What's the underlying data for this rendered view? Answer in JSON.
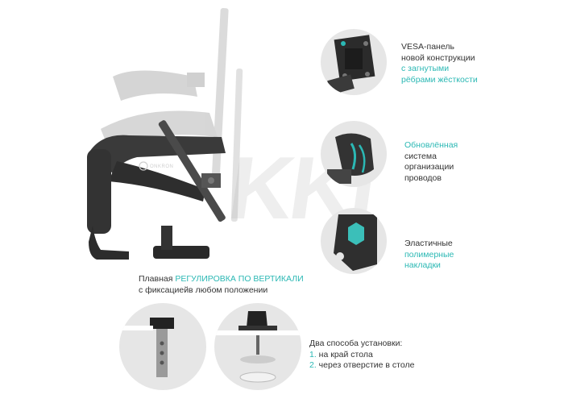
{
  "brand": {
    "logo_text": "ONKRON"
  },
  "watermark": {
    "text": "KKI"
  },
  "features": {
    "vesa": {
      "line1": "VESA-панель",
      "line2": "новой конструкции",
      "line3_accent": "с загнутыми",
      "line4_accent": "рёбрами жёсткости",
      "icon": "vesa-plate-icon"
    },
    "cables": {
      "line1_accent": "Обновлённая",
      "line2": "система",
      "line3": "организации",
      "line4": "проводов",
      "icon": "cable-management-icon"
    },
    "pads": {
      "line1": "Эластичные",
      "line2_accent": "полимерные",
      "line3_accent": "накладки",
      "icon": "polymer-pad-icon"
    },
    "height": {
      "prefix": "Плавная ",
      "accent": "РЕГУЛИРОВКА ПО ВЕРТИКАЛИ",
      "line2": "с фиксациейв любом положении"
    },
    "install": {
      "title": "Два способа установки:",
      "items": [
        {
          "num": "1.",
          "text": " на край стола"
        },
        {
          "num": "2.",
          "text": " через отверстие в столе"
        }
      ]
    }
  },
  "colors": {
    "accent": "#2bb8b4",
    "metal": "#3a3a3a",
    "circle_bg": "#e6e6e6"
  }
}
